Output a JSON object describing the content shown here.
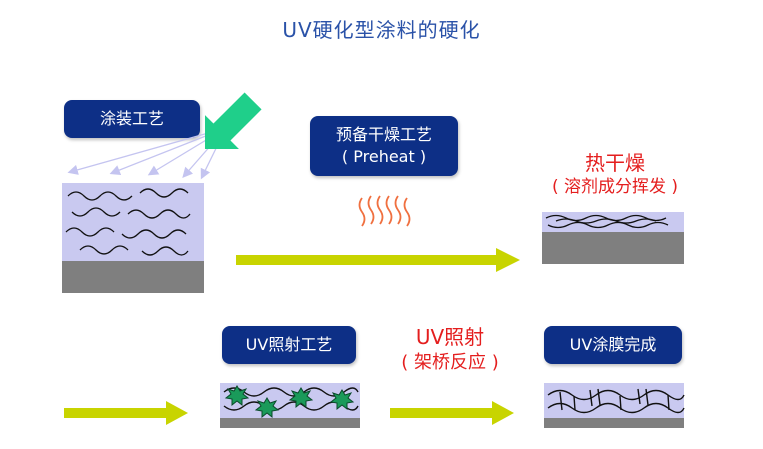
{
  "title": "UV硬化型涂料的硬化",
  "steps": {
    "coating": {
      "label": "涂装工艺"
    },
    "preheat": {
      "label": "预备干燥工艺",
      "sublabel": "( Preheat )"
    },
    "heat_dry": {
      "label": "热干燥",
      "sublabel": "( 溶剂成分挥发 )"
    },
    "uv_irradiation": {
      "label": "UV照射工艺"
    },
    "uv_reaction": {
      "label": "UV照射",
      "sublabel": "( 架桥反应 )"
    },
    "uv_complete": {
      "label": "UV涂膜完成"
    }
  },
  "colors": {
    "title": "#2a52a8",
    "label_box": "#0d2f86",
    "red_text": "#e41e1e",
    "arrow": "#c8d400",
    "spray_arrow": "#1fcf8a",
    "film": "#c9c9f0",
    "substrate": "#7f7f7f",
    "heat": "#f07040",
    "crosslink_star": "#1a9a5a"
  }
}
